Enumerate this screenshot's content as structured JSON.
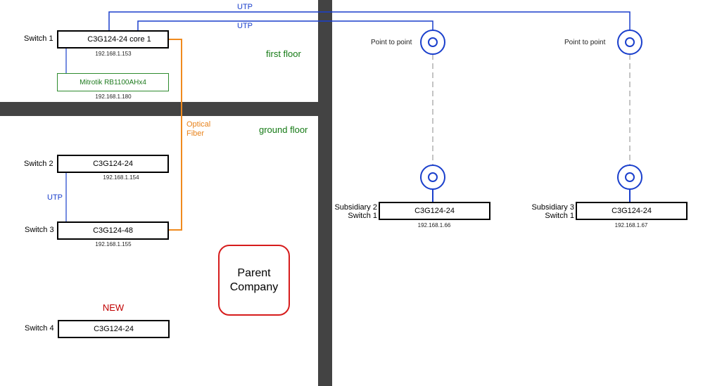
{
  "floors": {
    "first": "first floor",
    "ground": "ground floor"
  },
  "links": {
    "utp_top": "UTP",
    "utp_second": "UTP",
    "utp_local": "UTP",
    "fiber_line1": "Optical",
    "fiber_line2": "Fiber"
  },
  "switches": [
    {
      "label": "Switch 1",
      "model": "C3G124-24 core 1",
      "ip": "192.168.1.153"
    },
    {
      "label": "Switch 2",
      "model": "C3G124-24",
      "ip": "192.168.1.154"
    },
    {
      "label": "Switch 3",
      "model": "C3G124-48",
      "ip": "192.168.1.155"
    },
    {
      "label": "Switch 4",
      "model": "C3G124-24",
      "ip": ""
    }
  ],
  "router": {
    "model": "Mitrotik RB1100AHx4",
    "ip": "192.168.1.180"
  },
  "new_badge": "NEW",
  "parent": {
    "line1": "Parent",
    "line2": "Company"
  },
  "p2p_label": "Point to point",
  "subsidiaries": [
    {
      "line1": "Subsidiary 2",
      "line2": "Switch 1",
      "model": "C3G124-24",
      "ip": "192.168.1.66"
    },
    {
      "line1": "Subsidiary 3",
      "line2": "Switch 1",
      "model": "C3G124-24",
      "ip": "192.168.1.67"
    }
  ],
  "colors": {
    "utp": "#1a3fcc",
    "fiber": "#f08a1e",
    "floor_text": "#157a15",
    "new": "#c00000",
    "wall": "#434343",
    "parent_border": "#d61c1c"
  }
}
